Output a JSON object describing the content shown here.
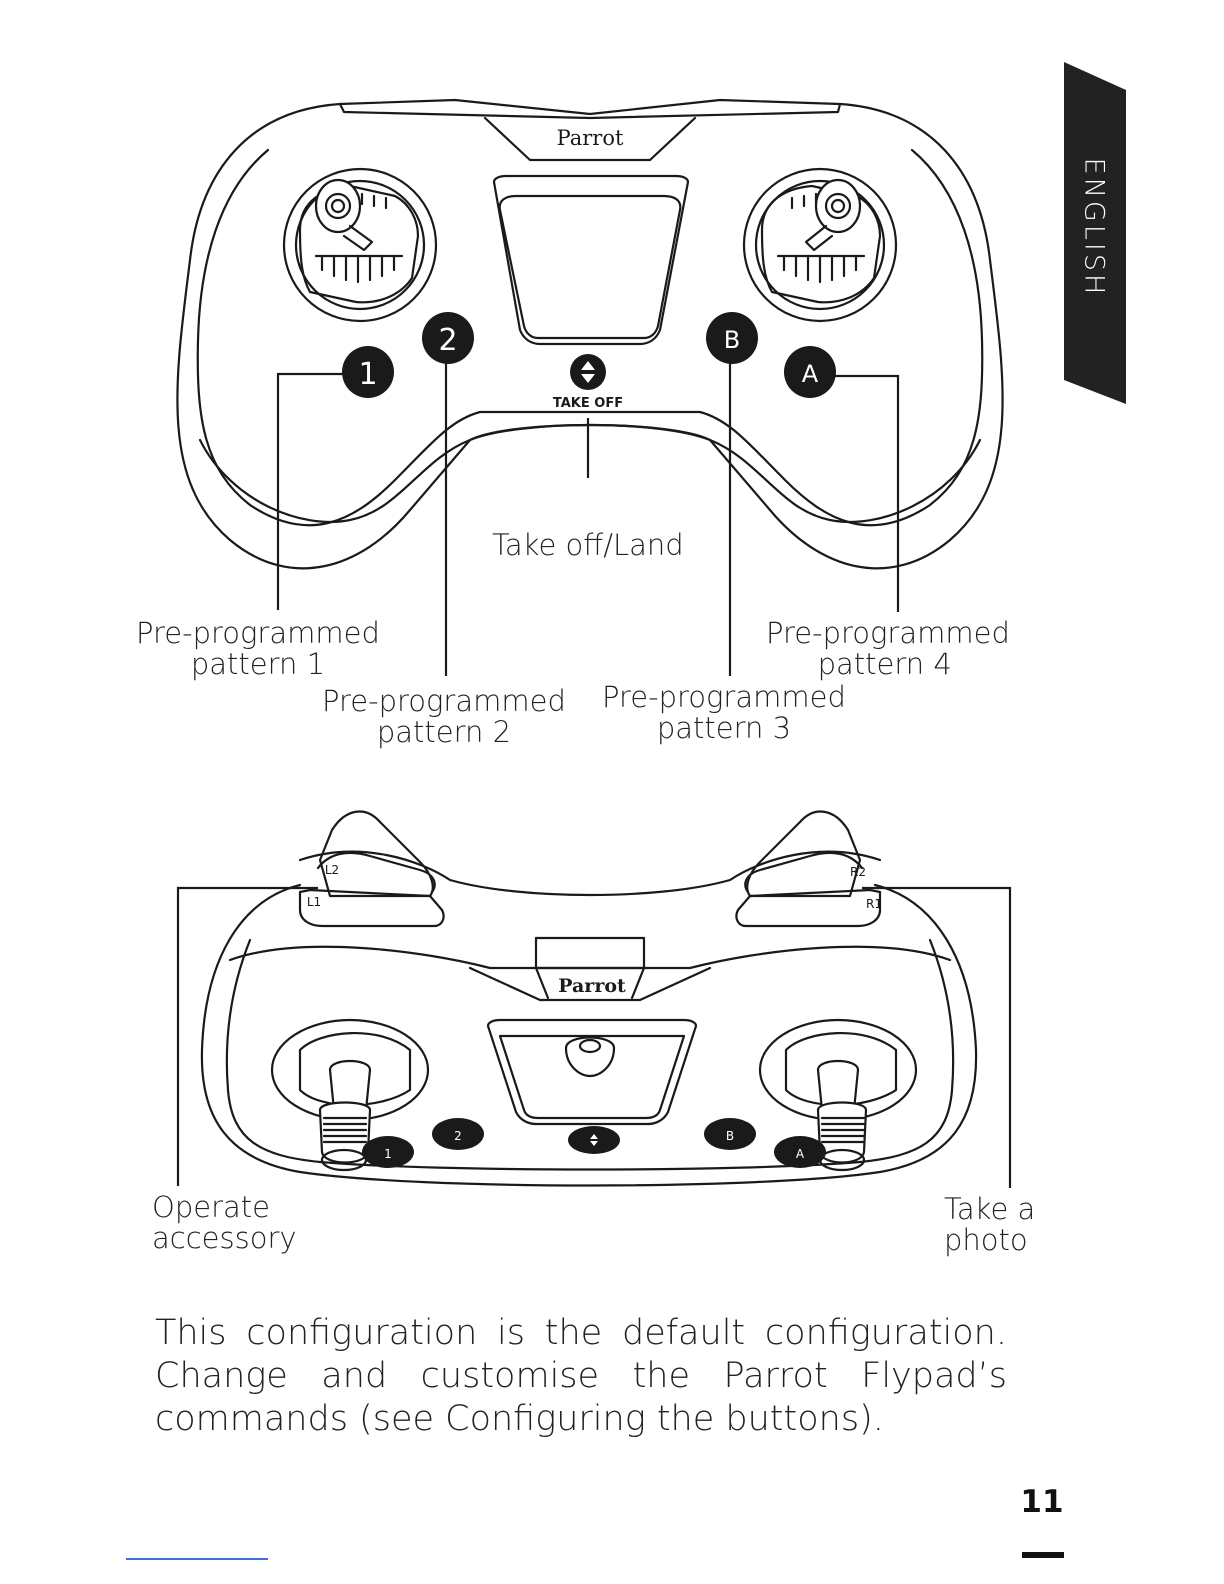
{
  "language_tab": "ENGLISH",
  "top_diagram": {
    "brand": "Parrot",
    "takeoff_button_text": "TAKE OFF",
    "buttons": {
      "b1": "1",
      "b2": "2",
      "bB": "B",
      "bA": "A"
    },
    "labels": {
      "take_off": "Take off/Land",
      "p1": [
        "Pre-programmed",
        "pattern 1"
      ],
      "p2": [
        "Pre-programmed",
        "pattern 2"
      ],
      "p3": [
        "Pre-programmed",
        "pattern 3"
      ],
      "p4": [
        "Pre-programmed",
        "pattern 4"
      ]
    }
  },
  "bottom_diagram": {
    "brand": "Parrot",
    "shoulders": {
      "l2": "L2",
      "l1": "L1",
      "r2": "R2",
      "r1": "R1"
    },
    "buttons": {
      "b1": "1",
      "b2": "2",
      "bB": "B",
      "bA": "A"
    },
    "labels": {
      "operate": [
        "Operate",
        "accessory"
      ],
      "photo": [
        "Take a",
        "photo"
      ]
    }
  },
  "body_text": {
    "line1": "This configuration is the default configuration.",
    "line2": "Change and customise the Parrot Flypad’s",
    "line3": "commands (see Configuring the buttons)."
  },
  "page_number": "11"
}
